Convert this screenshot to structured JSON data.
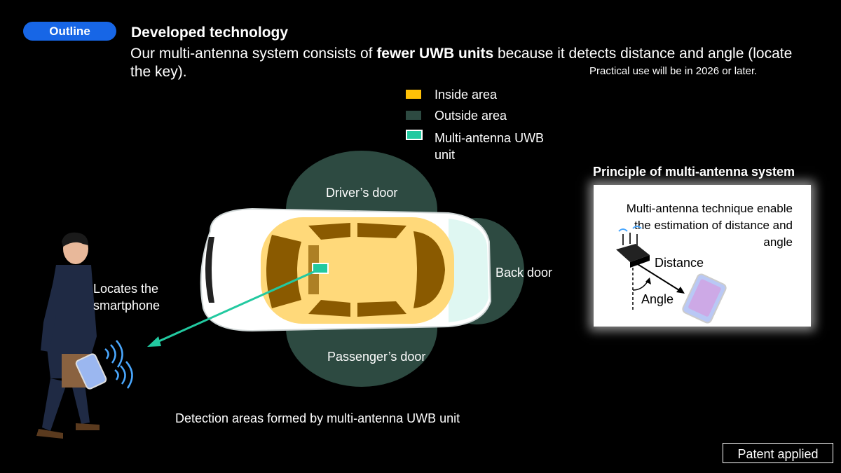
{
  "header": {
    "badge": "Outline",
    "title": "Developed technology",
    "intro_before": "Our multi-antenna system consists of ",
    "intro_bold": "fewer UWB units",
    "intro_after": " because it detects distance and angle (locate the key).",
    "note": "Practical use will be in 2026 or later."
  },
  "legend": [
    {
      "label": "Inside area",
      "color": "#ffc107"
    },
    {
      "label": "Outside area",
      "color": "#2d4a41"
    },
    {
      "label": "Multi-antenna UWB unit",
      "color": "#22c9a0"
    }
  ],
  "diagram": {
    "drivers_door": "Driver’s door",
    "back_door": "Back door",
    "passengers_door": "Passenger’s door",
    "locates": "Locates the smartphone",
    "caption": "Detection areas formed by multi-antenna UWB unit"
  },
  "principle": {
    "title": "Principle of multi-antenna system",
    "description": "Multi-antenna technique enable the estimation of distance and angle",
    "distance": "Distance",
    "angle": "Angle"
  },
  "patent": "Patent applied",
  "colors": {
    "inside": "#ffd97a",
    "outside": "#2d4a41",
    "uwb": "#22c9a0",
    "badge": "#1766e6",
    "car_body": "#ffffff",
    "seat": "#8a5a00"
  }
}
